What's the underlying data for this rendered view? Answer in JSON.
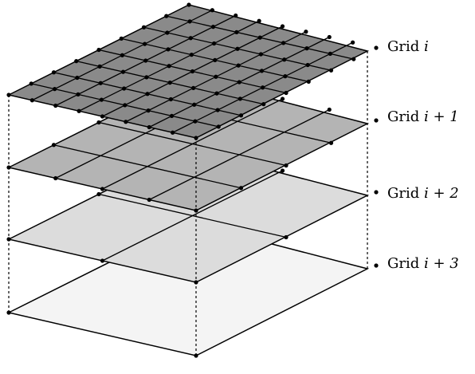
{
  "diagram": {
    "levels": [
      {
        "label_word": "Grid",
        "label_sub": "i",
        "divisions": 8,
        "fill": "#8a8a8a"
      },
      {
        "label_word": "Grid",
        "label_sub": "i + 1",
        "divisions": 4,
        "fill": "#b4b4b4"
      },
      {
        "label_word": "Grid",
        "label_sub": "i + 2",
        "divisions": 2,
        "fill": "#dcdcdc"
      },
      {
        "label_word": "Grid",
        "label_sub": "i + 3",
        "divisions": 1,
        "fill": "#f4f4f4"
      }
    ],
    "line_color": "#000000",
    "node_color": "#000000"
  }
}
